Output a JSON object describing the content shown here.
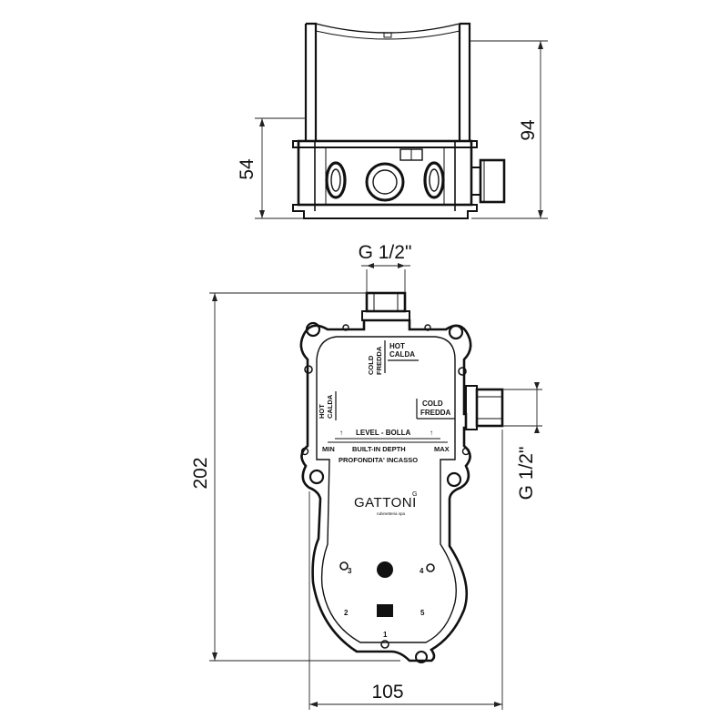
{
  "dimensions": {
    "top_height_total": "94",
    "top_height_box": "54",
    "front_height": "202",
    "front_width": "105",
    "thread_top": "G 1/2\"",
    "thread_side": "G 1/2\""
  },
  "labels": {
    "hot_calda_1": "HOT",
    "hot_calda_2": "CALDA",
    "cold_fredda_rot_1": "COLD",
    "cold_fredda_rot_2": "FREDDA",
    "hot_calda_rot_1": "HOT",
    "hot_calda_rot_2": "CALDA",
    "cold_fredda_1": "COLD",
    "cold_fredda_2": "FREDDA",
    "level": "LEVEL - BOLLA",
    "min": "MIN",
    "max": "MAX",
    "built_in_depth": "BUILT-IN DEPTH",
    "profondita": "PROFONDITA' INCASSO",
    "outlet_1": "1",
    "outlet_2": "2",
    "outlet_3": "3",
    "outlet_4": "4",
    "outlet_5": "5"
  },
  "brand": {
    "name": "GATTONI",
    "mark": "G",
    "tagline": "rubinetteria spa"
  }
}
